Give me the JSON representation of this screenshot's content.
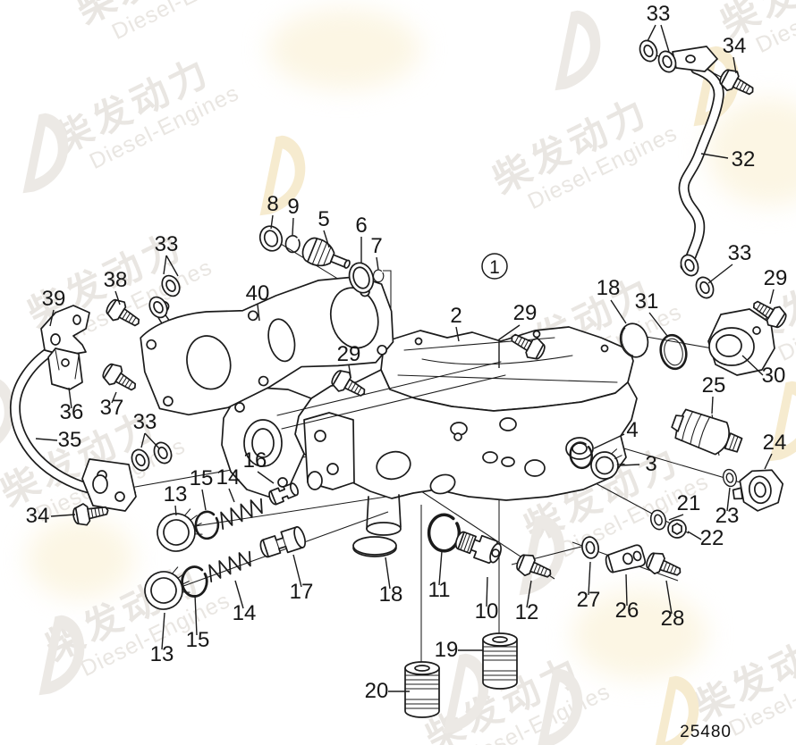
{
  "figure": {
    "reference_number": "25480",
    "assembly_callout": "1"
  },
  "watermark": {
    "brand_cn": "柴发动力",
    "brand_en": "Diesel-Engines",
    "logo_icon": "diesel-engines-d-logo"
  },
  "colors": {
    "line": "#1b1b1b",
    "background": "#ffffff",
    "watermark_gray": "#e9e6e2",
    "watermark_yellow": "#f6ebcf"
  },
  "callouts": [
    {
      "text": "33"
    },
    {
      "text": "34"
    },
    {
      "text": "32"
    },
    {
      "text": "33"
    },
    {
      "text": "29"
    },
    {
      "text": "30"
    },
    {
      "text": "18"
    },
    {
      "text": "31"
    },
    {
      "text": "1"
    },
    {
      "text": "2"
    },
    {
      "text": "29"
    },
    {
      "text": "8"
    },
    {
      "text": "9"
    },
    {
      "text": "5"
    },
    {
      "text": "6"
    },
    {
      "text": "7"
    },
    {
      "text": "33"
    },
    {
      "text": "38"
    },
    {
      "text": "39"
    },
    {
      "text": "40"
    },
    {
      "text": "29"
    },
    {
      "text": "36"
    },
    {
      "text": "37"
    },
    {
      "text": "35"
    },
    {
      "text": "33"
    },
    {
      "text": "34"
    },
    {
      "text": "13"
    },
    {
      "text": "15"
    },
    {
      "text": "14"
    },
    {
      "text": "16"
    },
    {
      "text": "17"
    },
    {
      "text": "14"
    },
    {
      "text": "15"
    },
    {
      "text": "13"
    },
    {
      "text": "18"
    },
    {
      "text": "11"
    },
    {
      "text": "10"
    },
    {
      "text": "12"
    },
    {
      "text": "19"
    },
    {
      "text": "20"
    },
    {
      "text": "27"
    },
    {
      "text": "26"
    },
    {
      "text": "28"
    },
    {
      "text": "3"
    },
    {
      "text": "4"
    },
    {
      "text": "25"
    },
    {
      "text": "24"
    },
    {
      "text": "23"
    },
    {
      "text": "21"
    },
    {
      "text": "22"
    }
  ]
}
